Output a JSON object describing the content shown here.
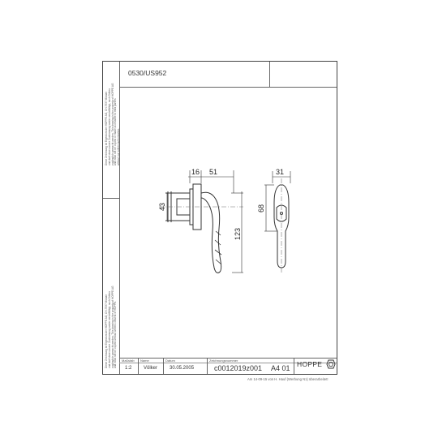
{
  "header": {
    "part_number": "0530/US952"
  },
  "legal": {
    "top": "Diese Zeichnung ist Eigentum der HOPPE AG, CH-7537 Müstair\nund darf ohne unsere Zustimmung weder vervielfältigt, noch Dritten\nzugänglich gemacht werden. This drawing is the property of HOPPE AG\nand must not be copied or made accessible to third parties\nwithout our written authorization.",
    "bottom": "Diese Zeichnung ist Eigentum der HOPPE AG, CH-7537 Müstair\nund darf ohne unsere Zustimmung weder vervielfältigt, noch Dritten\nzugänglich gemacht werden. This drawing is the property of HOPPE AG\nand must not be copied without written consent of HOPPE."
  },
  "dimensions": {
    "width_base": "16",
    "width_offset": "51",
    "height_neck": "43",
    "length_total": "123",
    "width_side": "31",
    "height_side": "68"
  },
  "title_block": {
    "scale_label": "Maßstab",
    "scale_value": "1:2",
    "name_label": "Name",
    "name_value": "Völker",
    "date_label": "Datum",
    "date_value": "30.05.2005",
    "drawing_no_label": "Zeichnungsnummer",
    "drawing_no_value": "c0012019z001",
    "format": "A4 01",
    "brand": "HOPPE"
  },
  "footer": {
    "note": "Am 14-09-15 von H. Hauf (Werbung N1) überarbeitet!"
  }
}
